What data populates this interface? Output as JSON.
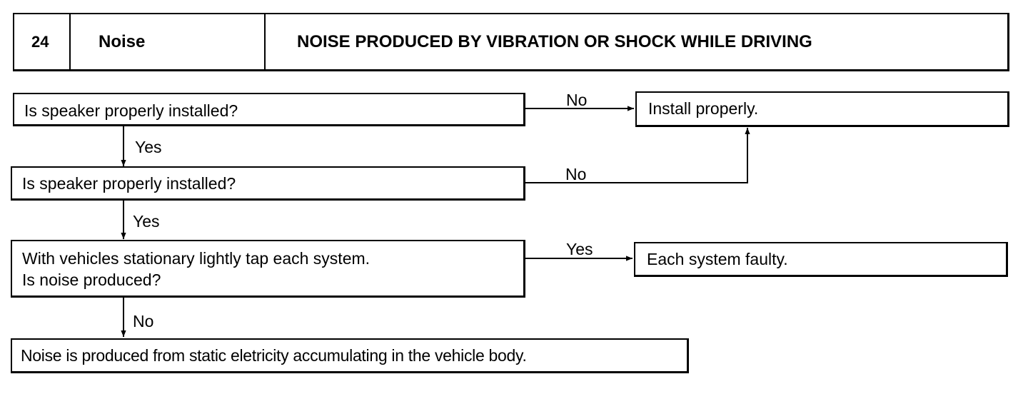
{
  "header": {
    "number": "24",
    "category": "Noise",
    "title": "NOISE PRODUCED BY VIBRATION OR SHOCK WHILE DRIVING"
  },
  "steps": {
    "q1": "Is speaker properly installed?",
    "q2": "Is speaker properly installed?",
    "q3_line1": "With vehicles stationary lightly tap each system.",
    "q3_line2": "Is noise produced?",
    "result_install": "Install properly.",
    "result_faulty": "Each system faulty.",
    "result_static": "Noise is produced from static eletricity accumulating in the vehicle body."
  },
  "labels": {
    "q1_no": "No",
    "q1_yes": "Yes",
    "q2_no": "No",
    "q2_yes": "Yes",
    "q3_yes": "Yes",
    "q3_no": "No"
  }
}
